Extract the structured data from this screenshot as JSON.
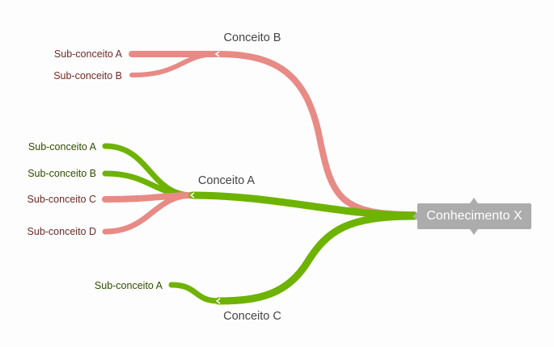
{
  "root": {
    "label": "Conhecimento X"
  },
  "colors": {
    "red": "#e88a85",
    "green": "#6db300",
    "red_text": "#6e2a26",
    "green_text": "#2f4d00",
    "root_bg": "#acacac"
  },
  "concepts": [
    {
      "label": "Conceito B",
      "color": "red",
      "subconcepts": [
        "Sub-conceito A",
        "Sub-conceito B"
      ]
    },
    {
      "label": "Conceito A",
      "color": "green",
      "subconcepts": [
        "Sub-conceito A",
        "Sub-conceito B",
        "Sub-conceito C",
        "Sub-conceito D"
      ],
      "sub_colors": [
        "green",
        "green",
        "red",
        "red"
      ]
    },
    {
      "label": "Conceito C",
      "color": "green",
      "subconcepts": [
        "Sub-conceito A"
      ]
    }
  ]
}
